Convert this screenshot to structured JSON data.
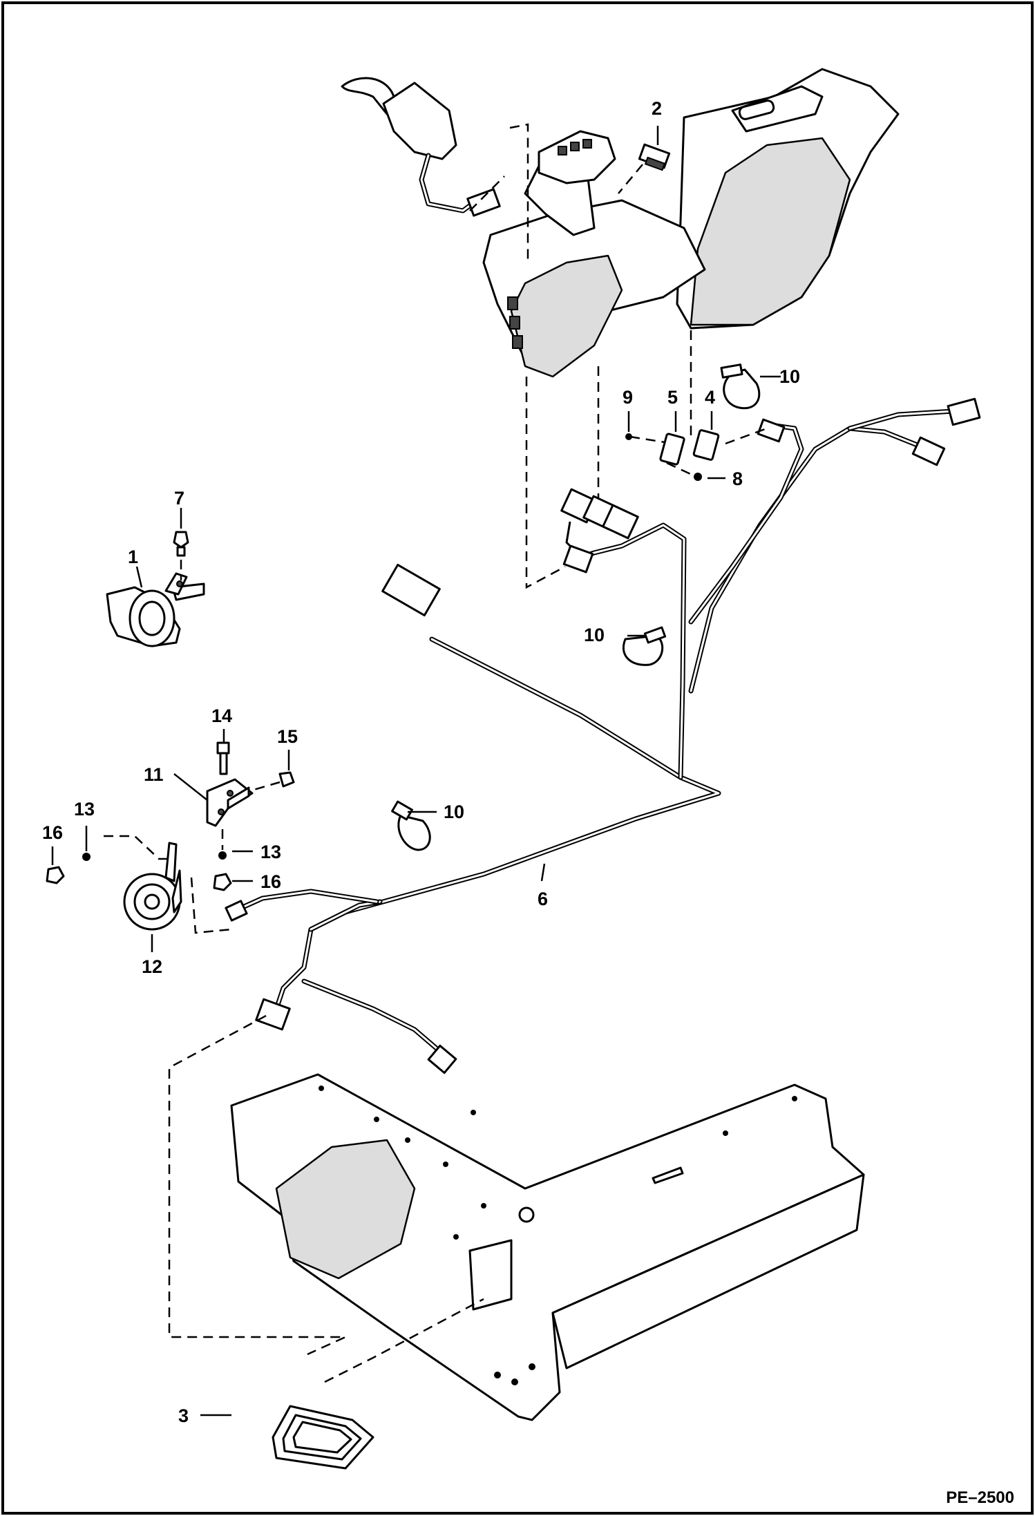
{
  "drawing_code": "PE–2500",
  "callouts": {
    "c1": "1",
    "c2": "2",
    "c3": "3",
    "c4": "4",
    "c5": "5",
    "c6": "6",
    "c7": "7",
    "c8": "8",
    "c9": "9",
    "c10a": "10",
    "c10b": "10",
    "c10c": "10",
    "c11": "11",
    "c12": "12",
    "c13a": "13",
    "c13b": "13",
    "c14": "14",
    "c15": "15",
    "c16a": "16",
    "c16b": "16"
  }
}
